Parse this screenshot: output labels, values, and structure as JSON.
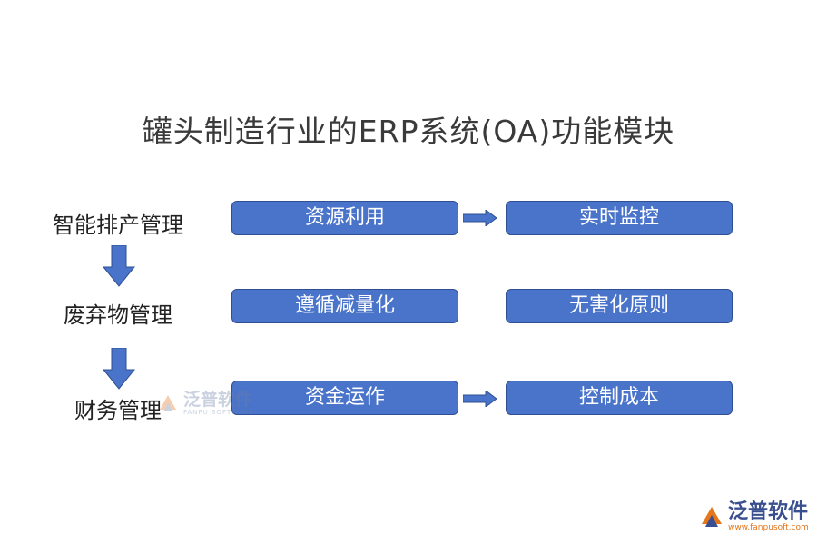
{
  "title": "罐头制造行业的ERP系统(OA)功能模块",
  "stages": [
    "智能排产管理",
    "废弃物管理",
    "财务管理"
  ],
  "rows": [
    {
      "left": "资源利用",
      "right": "实时监控",
      "connected": true
    },
    {
      "left": "遵循减量化",
      "right": "无害化原则",
      "connected": false
    },
    {
      "left": "资金运作",
      "right": "控制成本",
      "connected": true
    }
  ],
  "watermark": {
    "main": "泛普软件",
    "sub": "FANPU SOFTWARE"
  },
  "logo": {
    "main": "泛普软件",
    "url": "www.fanpusoft.com"
  },
  "colors": {
    "box_fill": "#4a74c9",
    "box_border": "#2e4f93",
    "arrow": "#4a74c9"
  }
}
